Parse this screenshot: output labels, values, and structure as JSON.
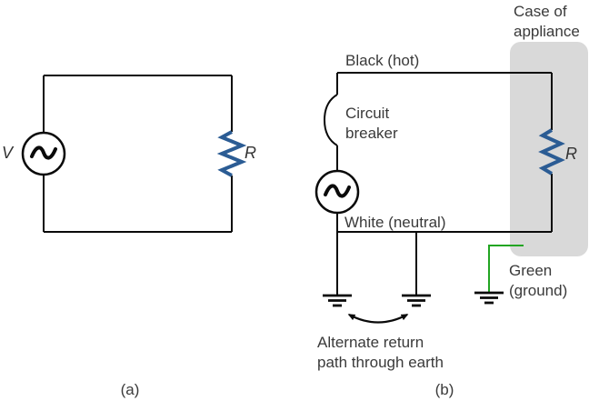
{
  "colors": {
    "wire": "#0a0a0a",
    "resistor": "#2b5c94",
    "ground_green": "#22a522",
    "case_fill": "#d9d9d9",
    "label_text": "#3a3a3a"
  },
  "panel_a": {
    "caption": "(a)",
    "source_label": "V",
    "resistor_label": "R"
  },
  "panel_b": {
    "caption": "(b)",
    "hot_wire_label": "Black (hot)",
    "breaker_label": "Circuit breaker",
    "neutral_wire_label": "White (neutral)",
    "case_label": "Case of appliance",
    "ground_wire_label": "Green (ground)",
    "earth_note": "Alternate return path through earth",
    "resistor_label": "R"
  }
}
